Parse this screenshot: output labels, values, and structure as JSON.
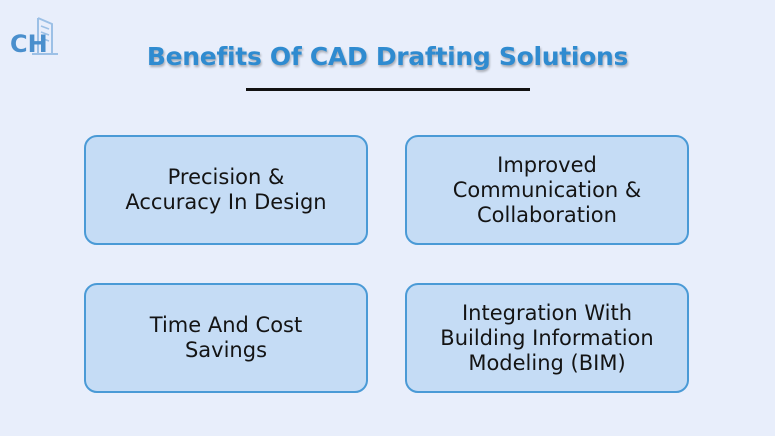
{
  "logo": {
    "icon": "ch-building-logo-icon",
    "text": "CH",
    "color": "#4a8fcd"
  },
  "title": "Benefits Of CAD Drafting Solutions",
  "colors": {
    "background": "#e8eefb",
    "title": "#2f8bd0",
    "card_fill": "#c5dcf5",
    "card_border": "#4a9ad6",
    "text": "#141414",
    "underline": "#111111"
  },
  "cards": [
    {
      "lines": [
        "Precision &",
        "Accuracy In Design"
      ]
    },
    {
      "lines": [
        "Improved",
        "Communication &",
        "Collaboration"
      ]
    },
    {
      "lines": [
        "Time And Cost",
        "Savings"
      ]
    },
    {
      "lines": [
        "Integration With",
        "Building Information",
        "Modeling (BIM)"
      ]
    }
  ]
}
